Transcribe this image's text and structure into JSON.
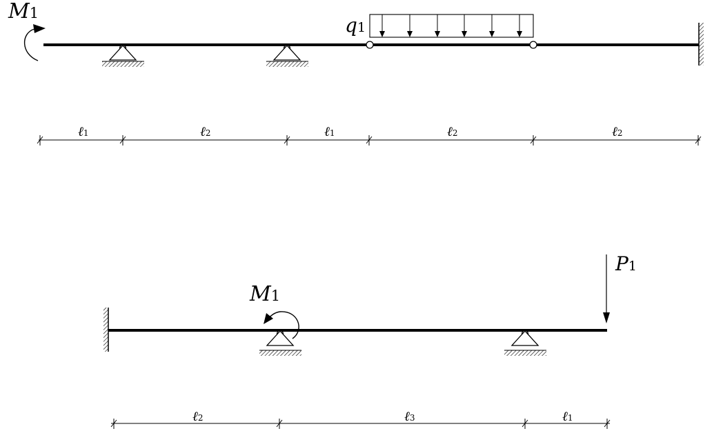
{
  "top_beam": {
    "moment_label": {
      "main": "M",
      "sub": "1"
    },
    "load_label": {
      "main": "q",
      "sub": "1"
    },
    "dimensions": [
      {
        "main": "ℓ",
        "sub": "1"
      },
      {
        "main": "ℓ",
        "sub": "2"
      },
      {
        "main": "ℓ",
        "sub": "1"
      },
      {
        "main": "ℓ",
        "sub": "2"
      },
      {
        "main": "ℓ",
        "sub": "2"
      }
    ]
  },
  "bottom_beam": {
    "moment_label": {
      "main": "M",
      "sub": "1"
    },
    "force_label": {
      "main": "P",
      "sub": "1"
    },
    "dimensions": [
      {
        "main": "ℓ",
        "sub": "2"
      },
      {
        "main": "ℓ",
        "sub": "3"
      },
      {
        "main": "ℓ",
        "sub": "1"
      }
    ]
  }
}
